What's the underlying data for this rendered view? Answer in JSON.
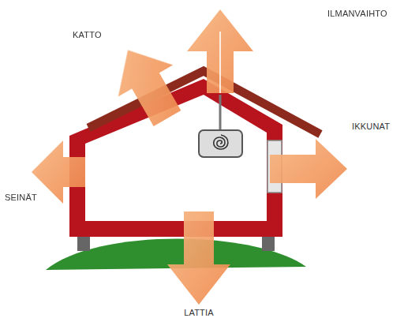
{
  "diagram": {
    "labels": [
      "ILMANVAIHTO",
      "KATTO",
      "IKKUNAT",
      "SEINÄT",
      "LATTIA"
    ]
  }
}
